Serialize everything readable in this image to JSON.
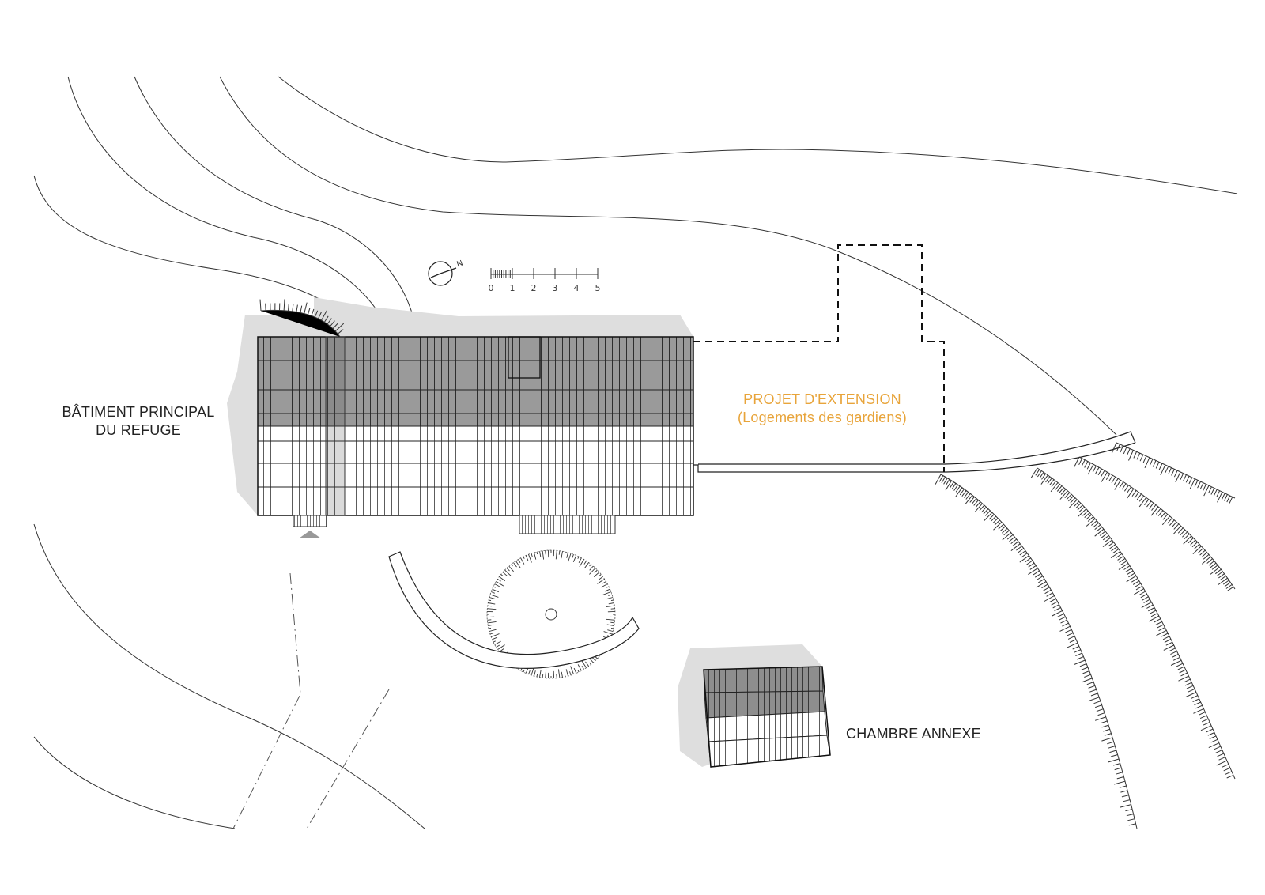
{
  "labels": {
    "main_building_line1": "BÂTIMENT PRINCIPAL",
    "main_building_line2": "DU REFUGE",
    "extension_line1": "PROJET D'EXTENSION",
    "extension_line2": "(Logements des gardiens)",
    "annex": "CHAMBRE ANNEXE"
  },
  "north_arrow": {
    "letter": "N"
  },
  "scale_bar": {
    "ticks": [
      "0",
      "1",
      "2",
      "3",
      "4",
      "5"
    ]
  },
  "colors": {
    "accent": "#e8a43a",
    "ink": "#222222",
    "shadow": "#dedede"
  }
}
